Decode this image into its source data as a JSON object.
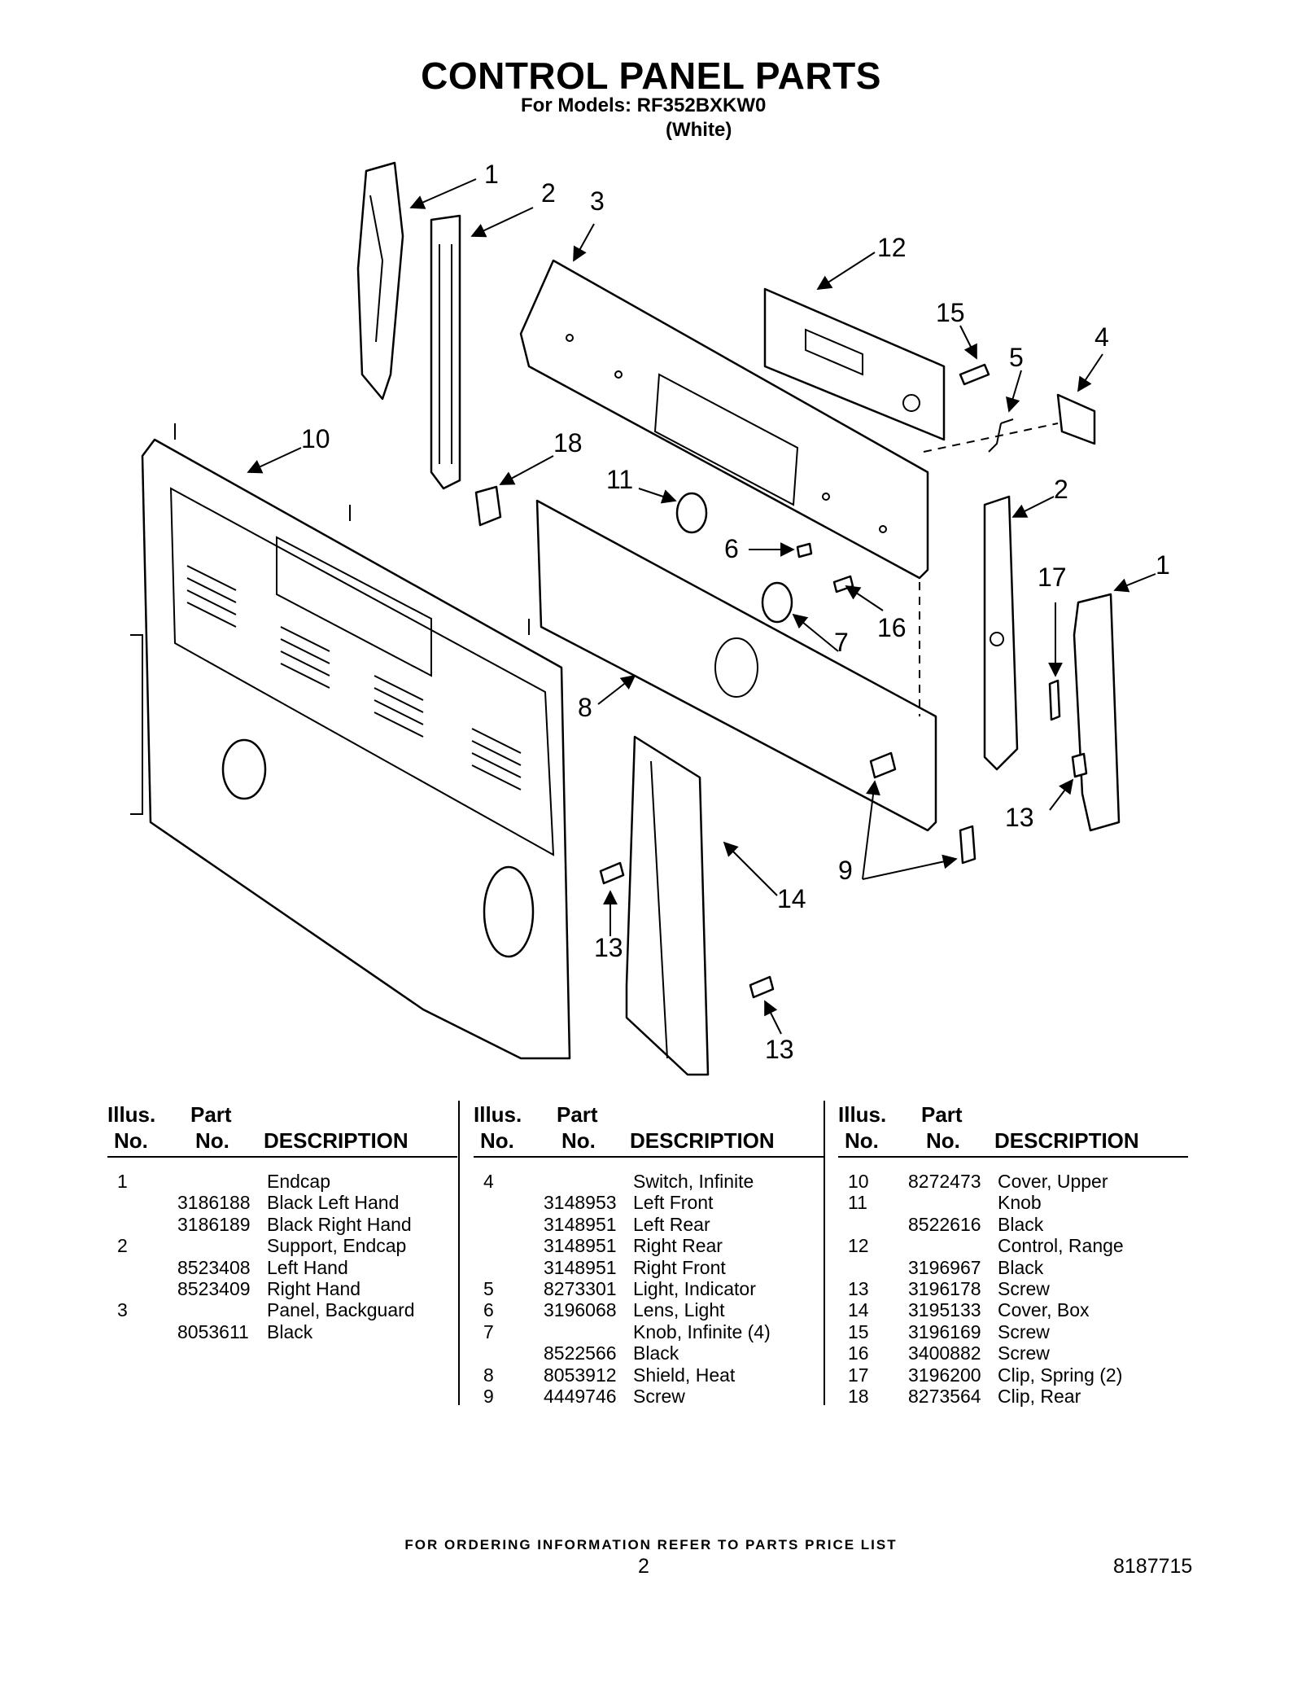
{
  "header": {
    "title": "CONTROL PANEL PARTS",
    "models_line": "For Models: RF352BXKW0",
    "color_line": "(White)"
  },
  "callouts": [
    "1",
    "2",
    "3",
    "12",
    "15",
    "5",
    "4",
    "10",
    "18",
    "11",
    "6",
    "2",
    "16",
    "17",
    "1",
    "7",
    "8",
    "13",
    "9",
    "14",
    "13",
    "13"
  ],
  "table": {
    "headers": {
      "illus_top": "Illus.",
      "illus_bottom": "No.",
      "part_top": "Part",
      "part_bottom": "No.",
      "description": "DESCRIPTION"
    },
    "columns": [
      [
        {
          "illus": "1",
          "part": "",
          "desc": "Endcap"
        },
        {
          "illus": "",
          "part": "3186188",
          "desc": "Black Left Hand"
        },
        {
          "illus": "",
          "part": "3186189",
          "desc": "Black Right Hand"
        },
        {
          "illus": "2",
          "part": "",
          "desc": "Support, Endcap"
        },
        {
          "illus": "",
          "part": "8523408",
          "desc": "Left Hand"
        },
        {
          "illus": "",
          "part": "8523409",
          "desc": "Right Hand"
        },
        {
          "illus": "3",
          "part": "",
          "desc": "Panel, Backguard"
        },
        {
          "illus": "",
          "part": "8053611",
          "desc": "Black"
        }
      ],
      [
        {
          "illus": "4",
          "part": "",
          "desc": "Switch, Infinite"
        },
        {
          "illus": "",
          "part": "3148953",
          "desc": "Left Front"
        },
        {
          "illus": "",
          "part": "3148951",
          "desc": "Left Rear"
        },
        {
          "illus": "",
          "part": "3148951",
          "desc": "Right Rear"
        },
        {
          "illus": "",
          "part": "3148951",
          "desc": "Right Front"
        },
        {
          "illus": "5",
          "part": "8273301",
          "desc": "Light, Indicator"
        },
        {
          "illus": "6",
          "part": "3196068",
          "desc": "Lens, Light"
        },
        {
          "illus": "7",
          "part": "",
          "desc": "Knob, Infinite (4)"
        },
        {
          "illus": "",
          "part": "8522566",
          "desc": "Black"
        },
        {
          "illus": "8",
          "part": "8053912",
          "desc": "Shield, Heat"
        },
        {
          "illus": "9",
          "part": "4449746",
          "desc": "Screw"
        }
      ],
      [
        {
          "illus": "10",
          "part": "8272473",
          "desc": "Cover, Upper"
        },
        {
          "illus": "11",
          "part": "",
          "desc": "Knob"
        },
        {
          "illus": "",
          "part": "8522616",
          "desc": "Black"
        },
        {
          "illus": "12",
          "part": "",
          "desc": "Control, Range"
        },
        {
          "illus": "",
          "part": "3196967",
          "desc": "Black"
        },
        {
          "illus": "13",
          "part": "3196178",
          "desc": "Screw"
        },
        {
          "illus": "14",
          "part": "3195133",
          "desc": "Cover, Box"
        },
        {
          "illus": "15",
          "part": "3196169",
          "desc": "Screw"
        },
        {
          "illus": "16",
          "part": "3400882",
          "desc": "Screw"
        },
        {
          "illus": "17",
          "part": "3196200",
          "desc": "Clip, Spring (2)"
        },
        {
          "illus": "18",
          "part": "8273564",
          "desc": "Clip, Rear"
        }
      ]
    ]
  },
  "footer": {
    "note": "FOR ORDERING INFORMATION REFER TO PARTS PRICE LIST",
    "page_number": "2",
    "document_number": "8187715"
  }
}
